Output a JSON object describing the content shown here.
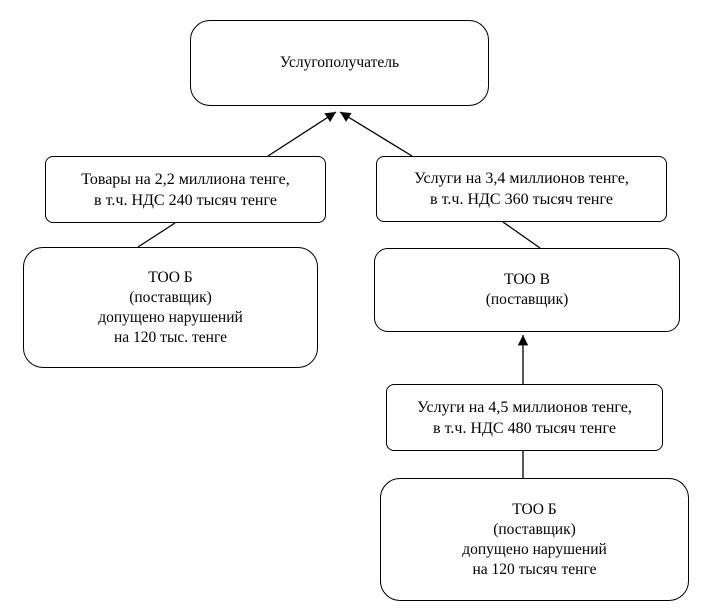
{
  "diagram": {
    "recipient": {
      "title": "Услугополучатель"
    },
    "flow_goods": {
      "line1": "Товары на 2,2 миллиона тенге,",
      "line2": "в т.ч. НДС 240 тысяч тенге"
    },
    "flow_services_v": {
      "line1": "Услуги на 3,4 миллионов тенге,",
      "line2": "в т.ч. НДС 360 тысяч тенге"
    },
    "supplier_b_left": {
      "name": "ТОО Б",
      "role": "(поставщик)",
      "note1": "допущено нарушений",
      "note2": "на 120 тыс. тенге"
    },
    "supplier_v": {
      "name": "ТОО В",
      "role": "(поставщик)"
    },
    "flow_services_b": {
      "line1": "Услуги на 4,5 миллионов тенге,",
      "line2": "в т.ч. НДС 480 тысяч тенге"
    },
    "supplier_b_bottom": {
      "name": "ТОО Б",
      "role": "(поставщик)",
      "note1": "допущено нарушений",
      "note2": "на 120 тысяч тенге"
    }
  },
  "colors": {
    "line": "#000000",
    "background": "#ffffff"
  }
}
